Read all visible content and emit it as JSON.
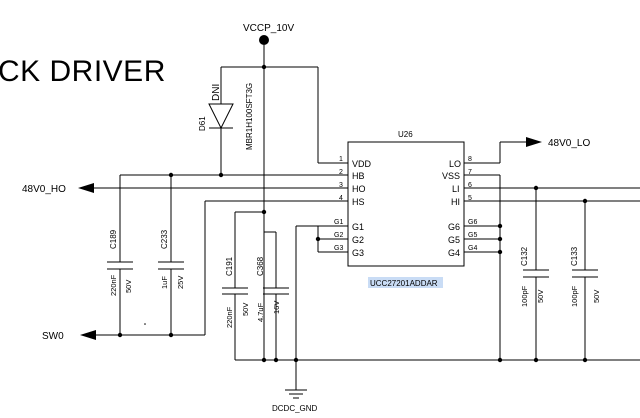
{
  "title": "CK DRIVER",
  "power": {
    "vccp": "VCCP_10V",
    "gnd": "DCDC_GND"
  },
  "nets": {
    "lo_out": "48V0_LO",
    "ho_out": "48V0_HO",
    "sw": "SW0"
  },
  "chip": {
    "ref": "U26",
    "part": "UCC27201ADDAR",
    "left_pins": [
      {
        "num": "1",
        "name": "VDD"
      },
      {
        "num": "2",
        "name": "HB"
      },
      {
        "num": "3",
        "name": "HO"
      },
      {
        "num": "4",
        "name": "HS"
      },
      {
        "num": "G1",
        "name": "G1"
      },
      {
        "num": "G2",
        "name": "G2"
      },
      {
        "num": "G3",
        "name": "G3"
      }
    ],
    "right_pins": [
      {
        "num": "8",
        "name": "LO"
      },
      {
        "num": "7",
        "name": "VSS"
      },
      {
        "num": "6",
        "name": "LI"
      },
      {
        "num": "5",
        "name": "HI"
      },
      {
        "num": "G6",
        "name": "G6"
      },
      {
        "num": "G5",
        "name": "G5"
      },
      {
        "num": "G4",
        "name": "G4"
      }
    ]
  },
  "diode": {
    "label": "DNI",
    "ref": "D61",
    "part": "MBR1H100SFT3G"
  },
  "caps": [
    {
      "ref": "C189",
      "value": "220nF",
      "voltage": "50V"
    },
    {
      "ref": "C233",
      "value": "1uF",
      "voltage": "25V"
    },
    {
      "ref": "C191",
      "value": "220nF",
      "voltage": "50V"
    },
    {
      "ref": "C368",
      "value": "4.7uF",
      "voltage": "16V"
    },
    {
      "ref": "C132",
      "value": "100pF",
      "voltage": "50V"
    },
    {
      "ref": "C133",
      "value": "100pF",
      "voltage": "50V"
    }
  ]
}
